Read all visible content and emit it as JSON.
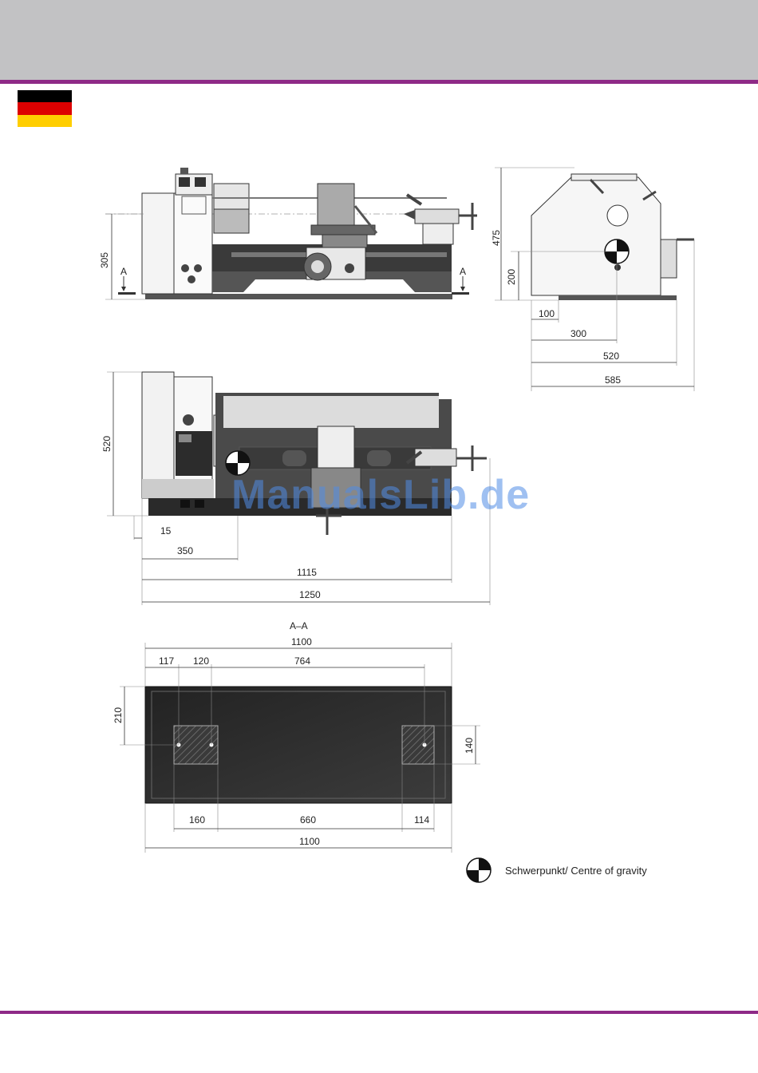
{
  "colors": {
    "header_gray": "#c2c2c4",
    "accent_purple": "#8e2a87",
    "flag": [
      "#000000",
      "#dd0000",
      "#ffce00"
    ]
  },
  "side_view": {
    "dims": {
      "height_total": "475",
      "height_center": "200",
      "d100": "100",
      "d300": "300",
      "d520": "520",
      "d585": "585"
    }
  },
  "front_view": {
    "dims": {
      "height_center": "305"
    },
    "section_markers": [
      "A",
      "A"
    ]
  },
  "top_view": {
    "dims": {
      "depth": "520",
      "d15": "15",
      "d350": "350",
      "d1115": "1115",
      "d1250": "1250"
    }
  },
  "base_section": {
    "title": "A–A",
    "dims": {
      "top_total": "1100",
      "d117": "117",
      "d120": "120",
      "d764": "764",
      "d210": "210",
      "d140": "140",
      "d160": "160",
      "d660": "660",
      "d114": "114",
      "bottom_total": "1100"
    }
  },
  "legend": {
    "label": "Schwerpunkt/ Centre of gravity"
  },
  "watermark": "ManualsLib.de"
}
